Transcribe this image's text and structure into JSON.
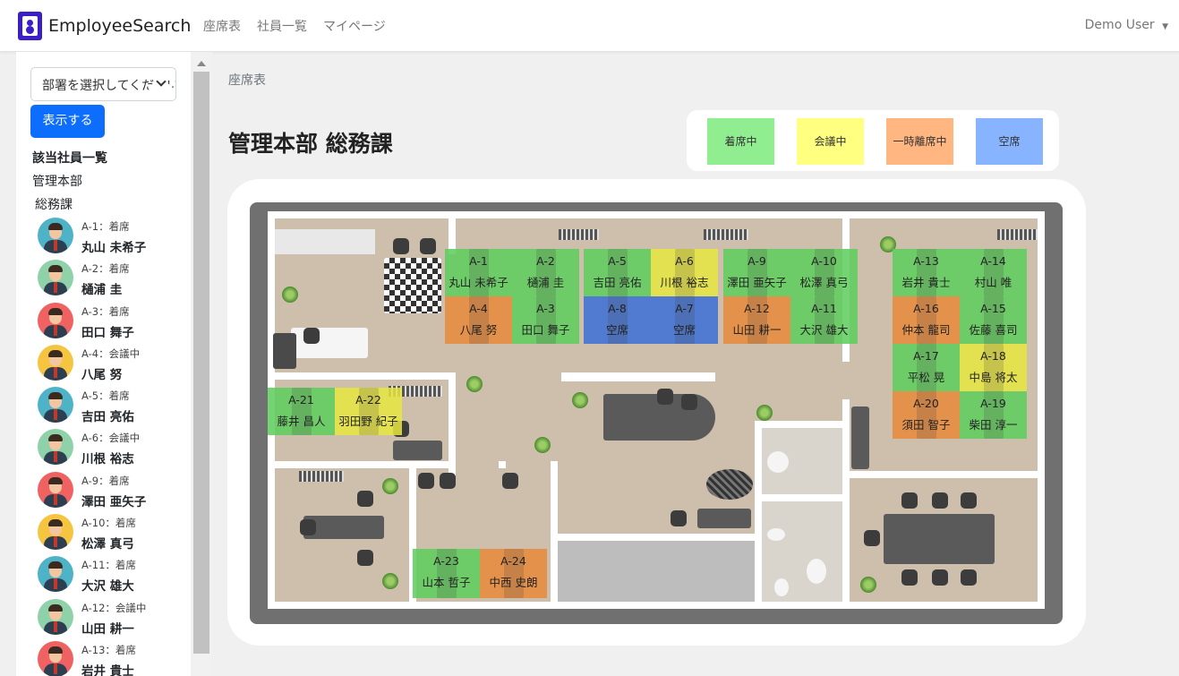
{
  "nav": {
    "brand": "EmployeeSearch",
    "links": [
      "座席表",
      "社員一覧",
      "マイページ"
    ],
    "user": "Demo User"
  },
  "sidebar": {
    "select_placeholder": "部署を選択してください",
    "show_button": "表示する",
    "heading": "該当社員一覧",
    "division": "管理本部",
    "section": "総務課",
    "employees": [
      {
        "id": "A-1：着席",
        "name": "丸山 未希子",
        "color": "#4fb3c8"
      },
      {
        "id": "A-2：着席",
        "name": "樋浦 圭",
        "color": "#8fd1a8"
      },
      {
        "id": "A-3：着席",
        "name": "田口 舞子",
        "color": "#f06262"
      },
      {
        "id": "A-4：会議中",
        "name": "八尾 努",
        "color": "#f5c542"
      },
      {
        "id": "A-5：着席",
        "name": "吉田 亮佑",
        "color": "#4fb3c8"
      },
      {
        "id": "A-6：会議中",
        "name": "川根 裕志",
        "color": "#8fd1a8"
      },
      {
        "id": "A-9：着席",
        "name": "澤田 亜矢子",
        "color": "#f06262"
      },
      {
        "id": "A-10：着席",
        "name": "松澤 真弓",
        "color": "#f5c542"
      },
      {
        "id": "A-11：着席",
        "name": "大沢 雄大",
        "color": "#4fb3c8"
      },
      {
        "id": "A-12：会議中",
        "name": "山田 耕一",
        "color": "#8fd1a8"
      },
      {
        "id": "A-13：着席",
        "name": "岩井 貴士",
        "color": "#f06262"
      }
    ]
  },
  "breadcrumb": "座席表",
  "page_title": "管理本部 総務課",
  "legend": [
    {
      "label": "着席中",
      "color": "#90ee90"
    },
    {
      "label": "会議中",
      "color": "#ffff80"
    },
    {
      "label": "一時離席中",
      "color": "#ffb680"
    },
    {
      "label": "空席",
      "color": "#88b4ff"
    }
  ],
  "status_colors": {
    "seated": "#5ccc5c",
    "meeting": "#e6e640",
    "away": "#e8883a",
    "vacant": "#3a6fd6"
  },
  "seats": [
    {
      "id": "A-1",
      "name": "丸山 未希子",
      "status": "seated"
    },
    {
      "id": "A-2",
      "name": "樋浦 圭",
      "status": "seated"
    },
    {
      "id": "A-3",
      "name": "田口 舞子",
      "status": "seated"
    },
    {
      "id": "A-4",
      "name": "八尾 努",
      "status": "away"
    },
    {
      "id": "A-5",
      "name": "吉田 亮佑",
      "status": "seated"
    },
    {
      "id": "A-6",
      "name": "川根 裕志",
      "status": "meeting"
    },
    {
      "id": "A-7",
      "name": "空席",
      "status": "vacant"
    },
    {
      "id": "A-8",
      "name": "空席",
      "status": "vacant"
    },
    {
      "id": "A-9",
      "name": "澤田 亜矢子",
      "status": "seated"
    },
    {
      "id": "A-10",
      "name": "松澤 真弓",
      "status": "seated"
    },
    {
      "id": "A-11",
      "name": "大沢 雄大",
      "status": "seated"
    },
    {
      "id": "A-12",
      "name": "山田 耕一",
      "status": "away"
    },
    {
      "id": "A-13",
      "name": "岩井 貴士",
      "status": "seated"
    },
    {
      "id": "A-14",
      "name": "村山 唯",
      "status": "seated"
    },
    {
      "id": "A-15",
      "name": "佐藤 喜司",
      "status": "seated"
    },
    {
      "id": "A-16",
      "name": "仲本 龍司",
      "status": "away"
    },
    {
      "id": "A-17",
      "name": "平松 晃",
      "status": "seated"
    },
    {
      "id": "A-18",
      "name": "中島 将太",
      "status": "meeting"
    },
    {
      "id": "A-19",
      "name": "柴田 淳一",
      "status": "seated"
    },
    {
      "id": "A-20",
      "name": "須田 智子",
      "status": "away"
    },
    {
      "id": "A-21",
      "name": "藤井 昌人",
      "status": "seated"
    },
    {
      "id": "A-22",
      "name": "羽田野 紀子",
      "status": "meeting"
    },
    {
      "id": "A-23",
      "name": "山本 哲子",
      "status": "seated"
    },
    {
      "id": "A-24",
      "name": "中西 史朗",
      "status": "away"
    }
  ]
}
